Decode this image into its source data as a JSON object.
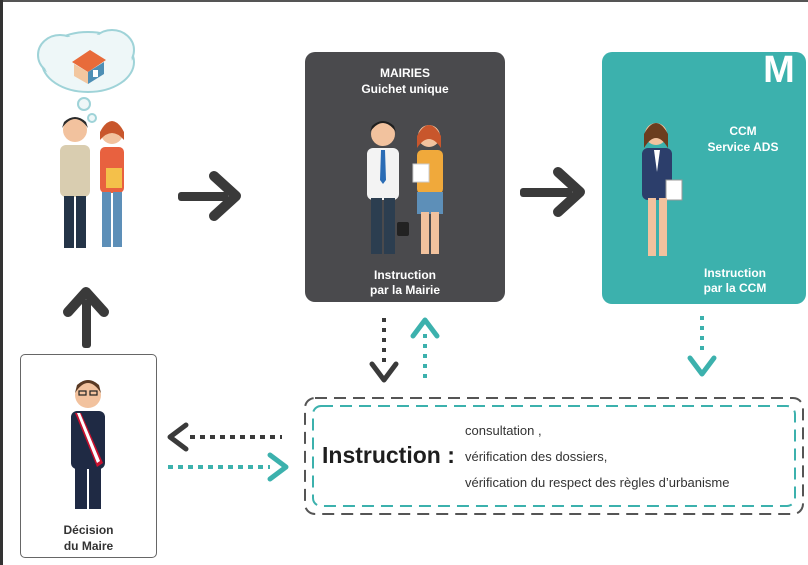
{
  "mairies": {
    "title_line1": "MAIRIES",
    "title_line2": "Guichet unique",
    "footer_line1": "Instruction",
    "footer_line2": "par la Mairie"
  },
  "ccm": {
    "logo": "M",
    "title_line1": "CCM",
    "title_line2": "Service ADS",
    "footer_line1": "Instruction",
    "footer_line2": "par la CCM"
  },
  "mayor": {
    "label_line1": "Décision",
    "label_line2": "du Maire"
  },
  "instruction": {
    "title": "Instruction :",
    "lines": [
      "consultation ,",
      "vérification des dossiers,",
      "vérification du respect des règles d’urbanisme"
    ]
  },
  "colors": {
    "dark_box": "#4a4a4d",
    "teal": "#3cb1ad",
    "arrow_dark": "#3a3a3a"
  }
}
